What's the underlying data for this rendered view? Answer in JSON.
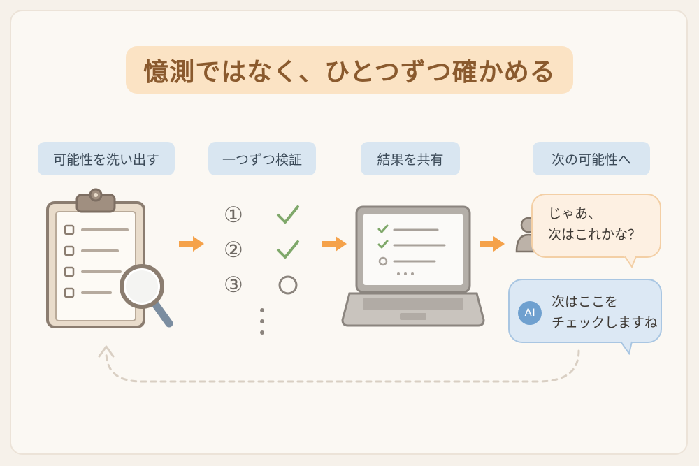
{
  "title": "憶測ではなく、ひとつずつ確かめる",
  "steps": [
    {
      "label": "可能性を洗い出す"
    },
    {
      "label": "一つずつ検証"
    },
    {
      "label": "結果を共有"
    },
    {
      "label": "次の可能性へ"
    }
  ],
  "verify_list": [
    {
      "number": "①",
      "status": "checked"
    },
    {
      "number": "②",
      "status": "checked"
    },
    {
      "number": "③",
      "status": "pending"
    }
  ],
  "user_bubble": {
    "line1": "じゃあ、",
    "line2": "次はこれかな？"
  },
  "ai_bubble": {
    "badge": "AI",
    "line1": "次はここを",
    "line2": "チェックしますね"
  },
  "colors": {
    "accent_arrow": "#f5a24a",
    "check": "#7fa86a",
    "pill_bg": "#d9e6f1",
    "title_bg": "#fbe3c4"
  },
  "icons": [
    "clipboard-icon",
    "magnifier-icon",
    "check-icon",
    "circle-icon",
    "laptop-icon",
    "person-icon",
    "loop-arrow-icon"
  ]
}
